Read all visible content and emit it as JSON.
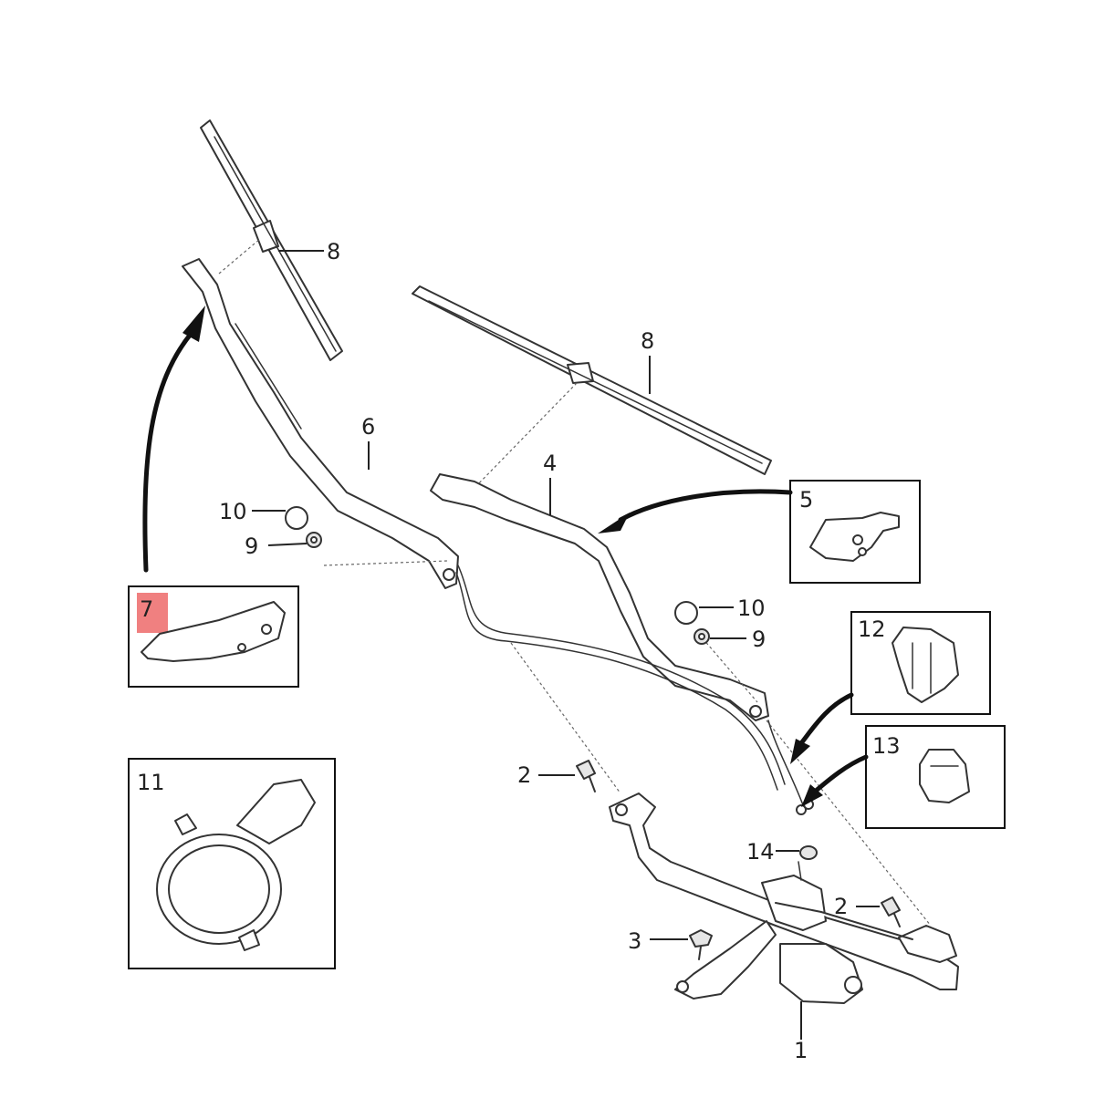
{
  "callouts": {
    "blade_left": "8",
    "blade_right": "8",
    "arm_left": "6",
    "arm_right": "4",
    "nozzle_inset": "5",
    "bracket_inset": "7",
    "cap_left": "10",
    "nut_left": "9",
    "cap_right": "10",
    "nut_right": "9",
    "clip_inset_a": "12",
    "clip_inset_b": "13",
    "sensor_inset": "11",
    "bolt_left": "2",
    "bolt_right": "2",
    "grommet": "14",
    "nut_motor": "3",
    "motor": "1"
  }
}
